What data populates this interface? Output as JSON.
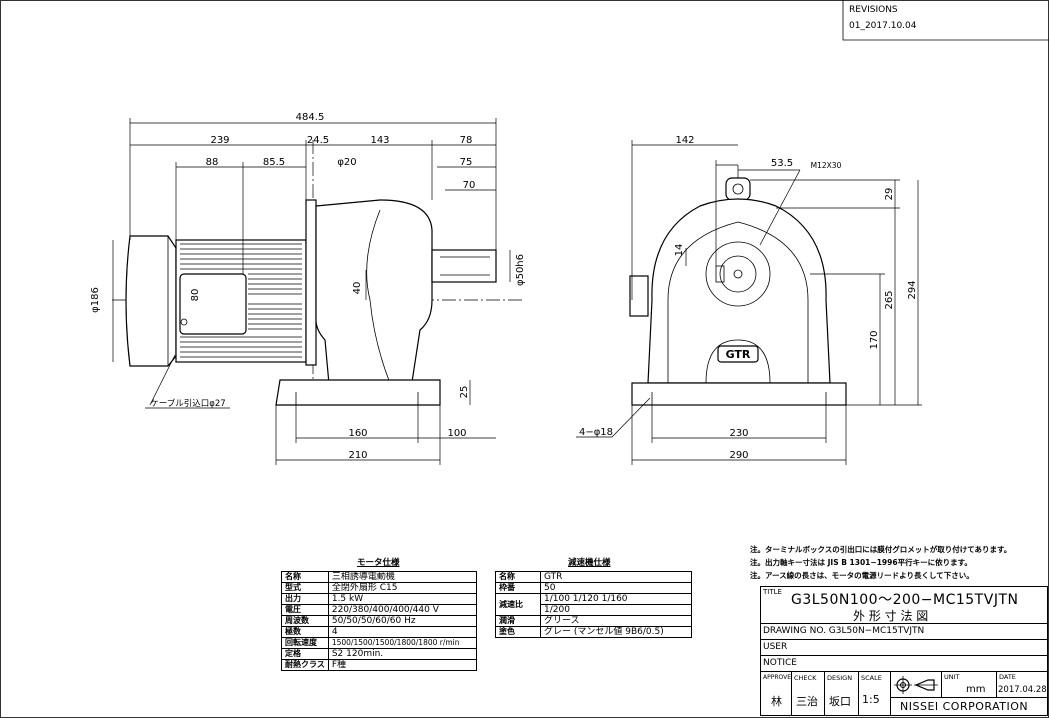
{
  "revisions": {
    "header": "REVISIONS",
    "entry": "01_2017.10.04"
  },
  "dimensions": {
    "overall_length": "484.5",
    "d239": "239",
    "d24_5": "24.5",
    "d143": "143",
    "d78": "78",
    "d88": "88",
    "d85_5": "85.5",
    "phi20": "φ20",
    "d75": "75",
    "d70": "70",
    "phi186": "φ186",
    "d80": "80",
    "d40": "40",
    "phi50h6": "φ50h6",
    "d25": "25",
    "d160": "160",
    "d100": "100",
    "d210": "210",
    "cable": "ケーブル引込口φ27",
    "d142": "142",
    "d53_5": "53.5",
    "m12": "M12X30",
    "d29": "29",
    "d14": "14",
    "d265": "265",
    "d294": "294",
    "d170": "170",
    "holes": "4−φ18",
    "d230": "230",
    "d290": "290",
    "logo": "GTR"
  },
  "motor_spec": {
    "title": "モータ仕様",
    "rows": [
      {
        "k": "名称",
        "v": "三相誘導電動機"
      },
      {
        "k": "型式",
        "v": "全閉外扇形 C15"
      },
      {
        "k": "出力",
        "v": "1.5 kW"
      },
      {
        "k": "電圧",
        "v": "220/380/400/400/440 V"
      },
      {
        "k": "周波数",
        "v": "50/50/50/60/60 Hz"
      },
      {
        "k": "極数",
        "v": "4"
      },
      {
        "k": "回転速度",
        "v": "1500/1500/1500/1800/1800 r/min"
      },
      {
        "k": "定格",
        "v": "S2 120min."
      },
      {
        "k": "耐熱クラス",
        "v": "F種"
      }
    ]
  },
  "reducer_spec": {
    "title": "減速機仕様",
    "name_k": "名称",
    "name_v": "GTR",
    "frame_k": "枠番",
    "frame_v": "50",
    "ratio_k": "減速比",
    "ratio_v1": "1/100 1/120 1/160",
    "ratio_v2": "1/200",
    "lub_k": "潤滑",
    "lub_v": "グリース",
    "paint_k": "塗色",
    "paint_v": "グレー (マンセル値 9B6/0.5)"
  },
  "notes": [
    "注。ターミナルボックスの引出口には膜付グロメットが取り付けてあります。",
    "注。出力軸キー寸法は JIS B 1301−1996平行キーに依ります。",
    "注。アース線の長さは、モータの電源リードより長くして下さい。"
  ],
  "title_block": {
    "title_label": "TITLE",
    "title": "G3L50N100〜200−MC15TVJTN",
    "subtitle": "外 形 寸 法 図",
    "drawing_no": "DRAWING NO. G3L50N−MC15TVJTN",
    "user": "USER",
    "notice": "NOTICE",
    "approve": "APPROVE",
    "check": "CHECK",
    "design": "DESIGN",
    "scale": "SCALE",
    "approve_v": "林",
    "check_v": "三治",
    "design_v": "坂口",
    "scale_v": "1:5",
    "unit": "UNIT",
    "unit_v": "mm",
    "date": "DATE",
    "date_v": "2017.04.28",
    "company": "NISSEI CORPORATION"
  }
}
